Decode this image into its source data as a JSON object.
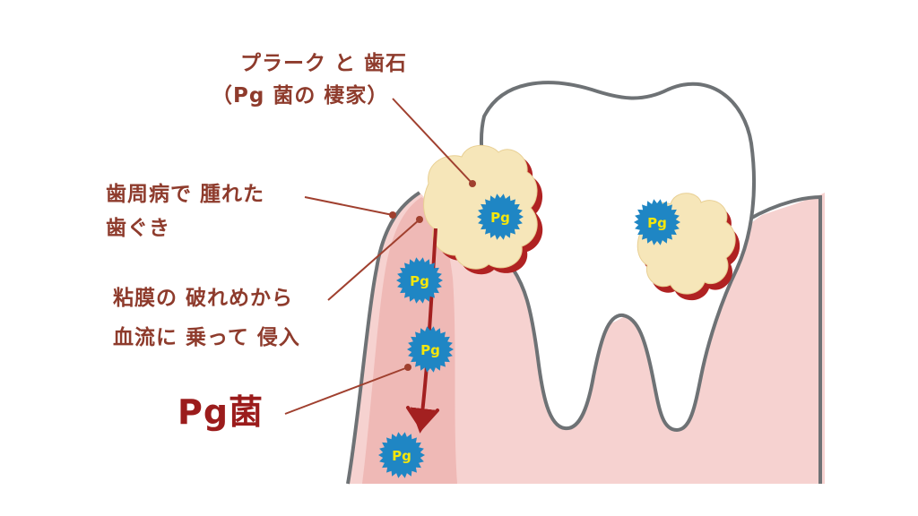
{
  "labels": {
    "plaque_line1": "プラーク と 歯石",
    "plaque_line2": "（Pg 菌の 棲家）",
    "gum_line1": "歯周病で 腫れた",
    "gum_line2": "歯ぐき",
    "invasion_line1": "粘膜の 破れめから",
    "invasion_line2": "血流に 乗って 侵入",
    "bacteria": "Pg菌"
  },
  "bacteria_badge": "Pg",
  "colors": {
    "gum": "#f6d2d0",
    "gum_dark": "#eeb6b3",
    "tooth_outline": "#6e7275",
    "plaque": "#f6e6b9",
    "plaque_edge": "#b02222",
    "bacteria_fill": "#1f86c4",
    "bacteria_text": "#f5e60c",
    "label_text": "#8e3b2c",
    "leader_line": "#a0402f"
  }
}
